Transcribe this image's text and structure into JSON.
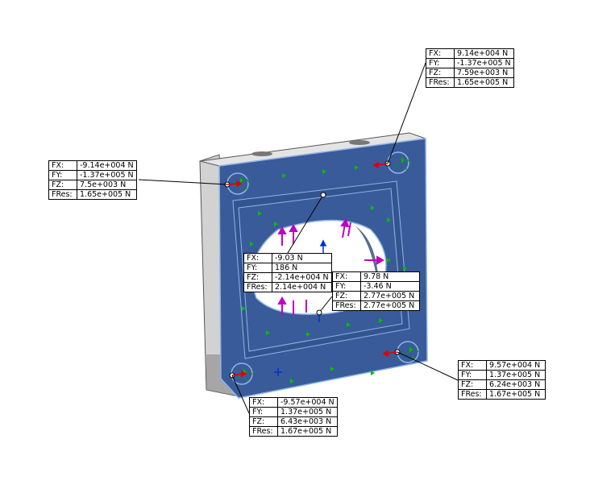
{
  "colors": {
    "face": "#3a5b9a",
    "face_dark": "#2c4a85",
    "edge_highlight": "#8fb4e8",
    "side_light": "#e6e6e6",
    "side_dark": "#9a9a9a",
    "fixture_arrow": "#00c000",
    "load_arrow": "#c000c0",
    "reaction_x": "#e00000"
  },
  "icons": {
    "fixture": "green-fixture-arrows-icon",
    "load": "magenta-load-arrow-icon",
    "origin": "blue-axis-triad-icon"
  },
  "reactions": [
    {
      "id": "top-right",
      "rows": [
        {
          "label": "FX:",
          "value": "9.14e+004 N"
        },
        {
          "label": "FY:",
          "value": "-1.37e+005 N"
        },
        {
          "label": "FZ:",
          "value": "7.59e+003 N"
        },
        {
          "label": "FRes:",
          "value": "1.65e+005 N"
        }
      ]
    },
    {
      "id": "top-left",
      "rows": [
        {
          "label": "FX:",
          "value": "-9.14e+004 N"
        },
        {
          "label": "FY:",
          "value": "-1.37e+005 N"
        },
        {
          "label": "FZ:",
          "value": "7.5e+003 N"
        },
        {
          "label": "FRes:",
          "value": "1.65e+005 N"
        }
      ]
    },
    {
      "id": "center",
      "rows": [
        {
          "label": "FX:",
          "value": "-9.03 N"
        },
        {
          "label": "FY:",
          "value": "186 N"
        },
        {
          "label": "FZ:",
          "value": "-2.14e+004 N"
        },
        {
          "label": "FRes:",
          "value": "2.14e+004 N"
        }
      ]
    },
    {
      "id": "center-right",
      "rows": [
        {
          "label": "FX:",
          "value": "9.78 N"
        },
        {
          "label": "FY:",
          "value": "-3.46 N"
        },
        {
          "label": "FZ:",
          "value": "2.77e+005 N"
        },
        {
          "label": "FRes:",
          "value": "2.77e+005 N"
        }
      ]
    },
    {
      "id": "bottom-right",
      "rows": [
        {
          "label": "FX:",
          "value": "9.57e+004 N"
        },
        {
          "label": "FY:",
          "value": "1.37e+005 N"
        },
        {
          "label": "FZ:",
          "value": "6.24e+003 N"
        },
        {
          "label": "FRes:",
          "value": "1.67e+005 N"
        }
      ]
    },
    {
      "id": "bottom-left",
      "rows": [
        {
          "label": "FX:",
          "value": "-9.57e+004 N"
        },
        {
          "label": "FY:",
          "value": "1.37e+005 N"
        },
        {
          "label": "FZ:",
          "value": "6.43e+003 N"
        },
        {
          "label": "FRes:",
          "value": "1.67e+005 N"
        }
      ]
    }
  ]
}
